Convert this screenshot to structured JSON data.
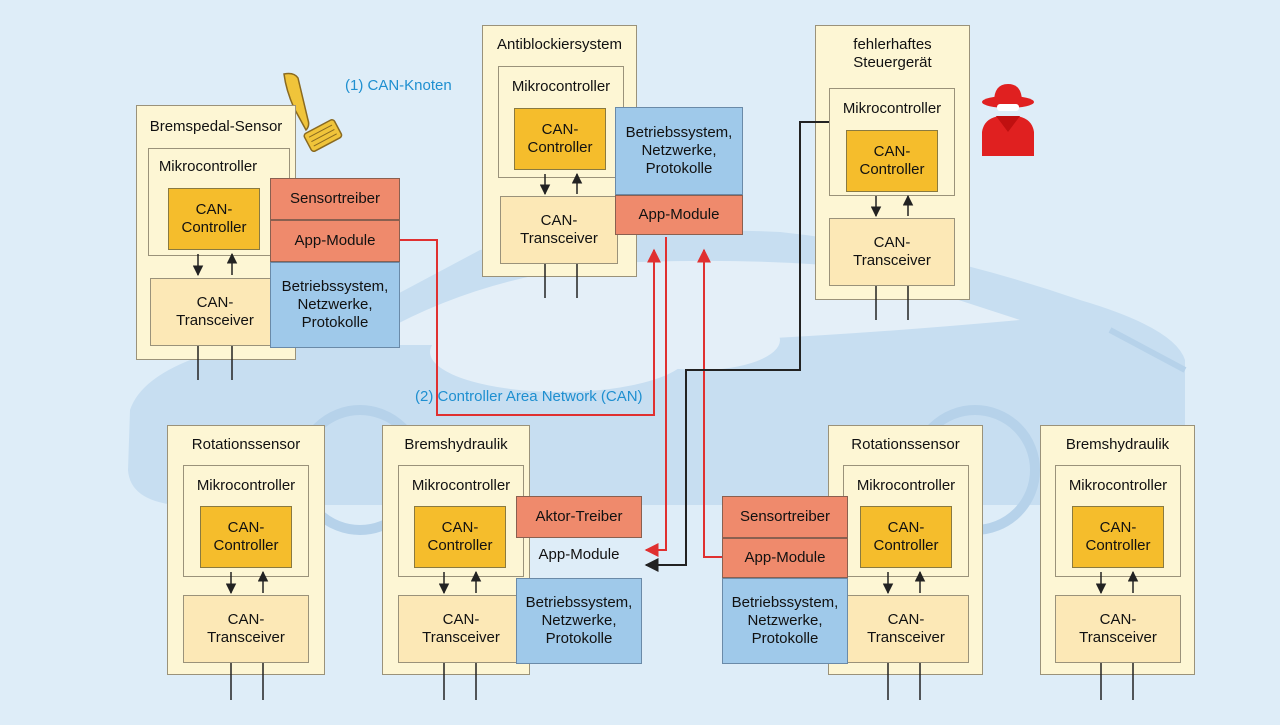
{
  "labels": {
    "can_knoten": "(1) CAN-Knoten",
    "can_network": "(2) Controller Area Network (CAN)"
  },
  "common": {
    "mikrocontroller": "Mikrocontroller",
    "can_controller": "CAN-\nController",
    "can_transceiver": "CAN-\nTransceiver",
    "betriebssystem": "Betriebssystem,\nNetzwerke,\nProtokolle",
    "app_module": "App-Module",
    "sensortreiber": "Sensortreiber",
    "aktor_treiber": "Aktor-Treiber"
  },
  "nodes": {
    "bremspedal": {
      "title": "Bremspedal-Sensor"
    },
    "abs": {
      "title": "Antiblockiersystem"
    },
    "fehlerhaft": {
      "title": "fehlerhaftes\nSteuergerät"
    },
    "rot1": {
      "title": "Rotationssensor"
    },
    "bh1": {
      "title": "Bremshydraulik"
    },
    "rot2": {
      "title": "Rotationssensor"
    },
    "bh2": {
      "title": "Bremshydraulik"
    }
  },
  "colors": {
    "background": "#deedf8",
    "node_fill": "#fdf6d4",
    "can_controller": "#f5bd2c",
    "can_transceiver": "#fce8b6",
    "driver_module": "#ef8a6c",
    "os_module": "#9fc9ea",
    "legit_signal": "#e03030",
    "attack_signal": "#222222",
    "attacker": "#e02020"
  },
  "icons": {
    "pedal": "brake-pedal-icon",
    "attacker": "hacker-icon"
  }
}
